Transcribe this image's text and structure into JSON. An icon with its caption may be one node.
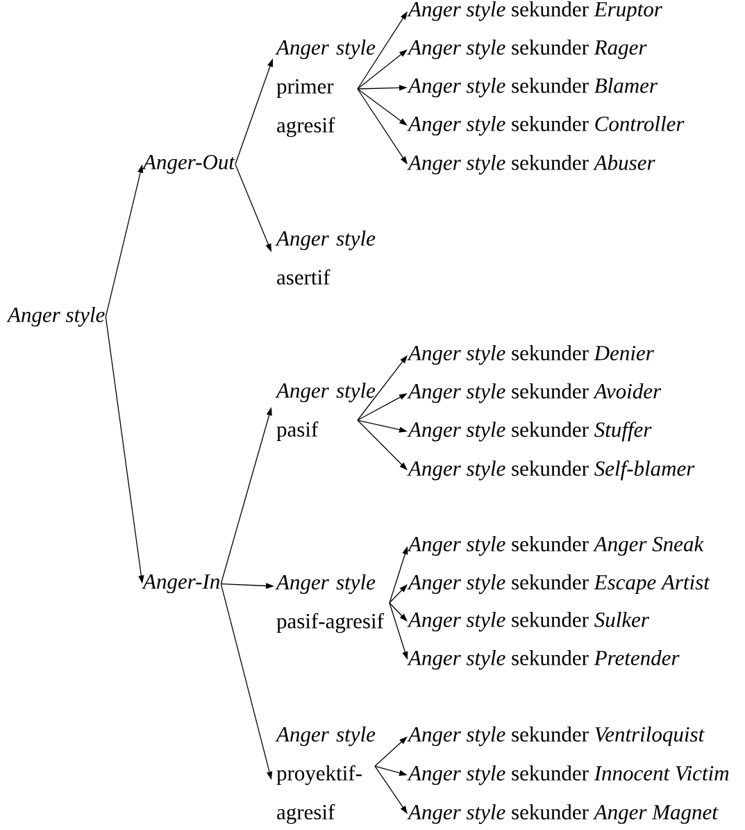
{
  "diagram": {
    "nodes": [
      {
        "text": [
          "Anger style"
        ]
      },
      {
        "text": [
          "Anger-Out"
        ]
      },
      {
        "text": [
          "Anger-In"
        ]
      },
      {
        "text": [
          "*Anger style* primer agresif"
        ]
      },
      {
        "text": [
          "*Anger style* asertif"
        ]
      },
      {
        "text": [
          "*Anger style* sekunder *Eruptor*"
        ]
      },
      {
        "text": [
          "*Anger style* sekunder *Rager*"
        ]
      },
      {
        "text": [
          "*Anger style* sekunder *Blamer*"
        ]
      },
      {
        "text": [
          "*Anger style* sekunder *Controller*"
        ]
      },
      {
        "text": [
          "*Anger style* sekunder *Abuser*"
        ]
      },
      {
        "text": [
          "*Anger style* pasif"
        ]
      },
      {
        "text": [
          "*Anger style* sekunder *Denier*"
        ]
      },
      {
        "text": [
          "*Anger style* sekunder *Avoider*"
        ]
      },
      {
        "text": [
          "*Anger style* sekunder *Stuffer*"
        ]
      },
      {
        "text": [
          "*Anger style* sekunder *Self-blamer*"
        ]
      },
      {
        "text": [
          "*Anger style* pasif-agresif"
        ]
      },
      {
        "text": [
          "*Anger style* sekunder *Anger Sneak*"
        ]
      },
      {
        "text": [
          "*Anger style* sekunder *Escape Artist*"
        ]
      },
      {
        "text": [
          "*Anger style* sekunder *Sulker*"
        ]
      },
      {
        "text": [
          "*Anger style* sekunder *Pretender*"
        ]
      },
      {
        "text": [
          "*Anger style* proyektif-agresif"
        ]
      },
      {
        "text": [
          "*Anger style* sekunder *Ventriloquist*"
        ]
      },
      {
        "text": [
          "*Anger style* sekunder *Innocent Victim*"
        ]
      },
      {
        "text": [
          "*Anger style* sekunder *Anger Magnet*"
        ]
      }
    ],
    "edges": [
      {
        "from": 0,
        "to": 1,
        "arrow": "to"
      },
      {
        "from": 0,
        "to": 2,
        "arrow": "to"
      },
      {
        "from": 1,
        "to": 3,
        "arrow": "to"
      },
      {
        "from": 1,
        "to": 4,
        "arrow": "to"
      },
      {
        "from": 3,
        "to": 5,
        "arrow": "to"
      },
      {
        "from": 3,
        "to": 6,
        "arrow": "to"
      },
      {
        "from": 3,
        "to": 7,
        "arrow": "to"
      },
      {
        "from": 3,
        "to": 8,
        "arrow": "to"
      },
      {
        "from": 3,
        "to": 9,
        "arrow": "to"
      },
      {
        "from": 2,
        "to": 10,
        "arrow": "to"
      },
      {
        "from": 2,
        "to": 15,
        "arrow": "to"
      },
      {
        "from": 2,
        "to": 20,
        "arrow": "to"
      },
      {
        "from": 10,
        "to": 11,
        "arrow": "to"
      },
      {
        "from": 10,
        "to": 12,
        "arrow": "to"
      },
      {
        "from": 10,
        "to": 13,
        "arrow": "to"
      },
      {
        "from": 10,
        "to": 14,
        "arrow": "to"
      },
      {
        "from": 15,
        "to": 16,
        "arrow": "to"
      },
      {
        "from": 15,
        "to": 17,
        "arrow": "to"
      },
      {
        "from": 15,
        "to": 18,
        "arrow": "to"
      },
      {
        "from": 15,
        "to": 19,
        "arrow": "to"
      },
      {
        "from": 20,
        "to": 21,
        "arrow": "to"
      },
      {
        "from": 20,
        "to": 22,
        "arrow": "to"
      },
      {
        "from": 20,
        "to": 23,
        "arrow": "to"
      }
    ]
  }
}
